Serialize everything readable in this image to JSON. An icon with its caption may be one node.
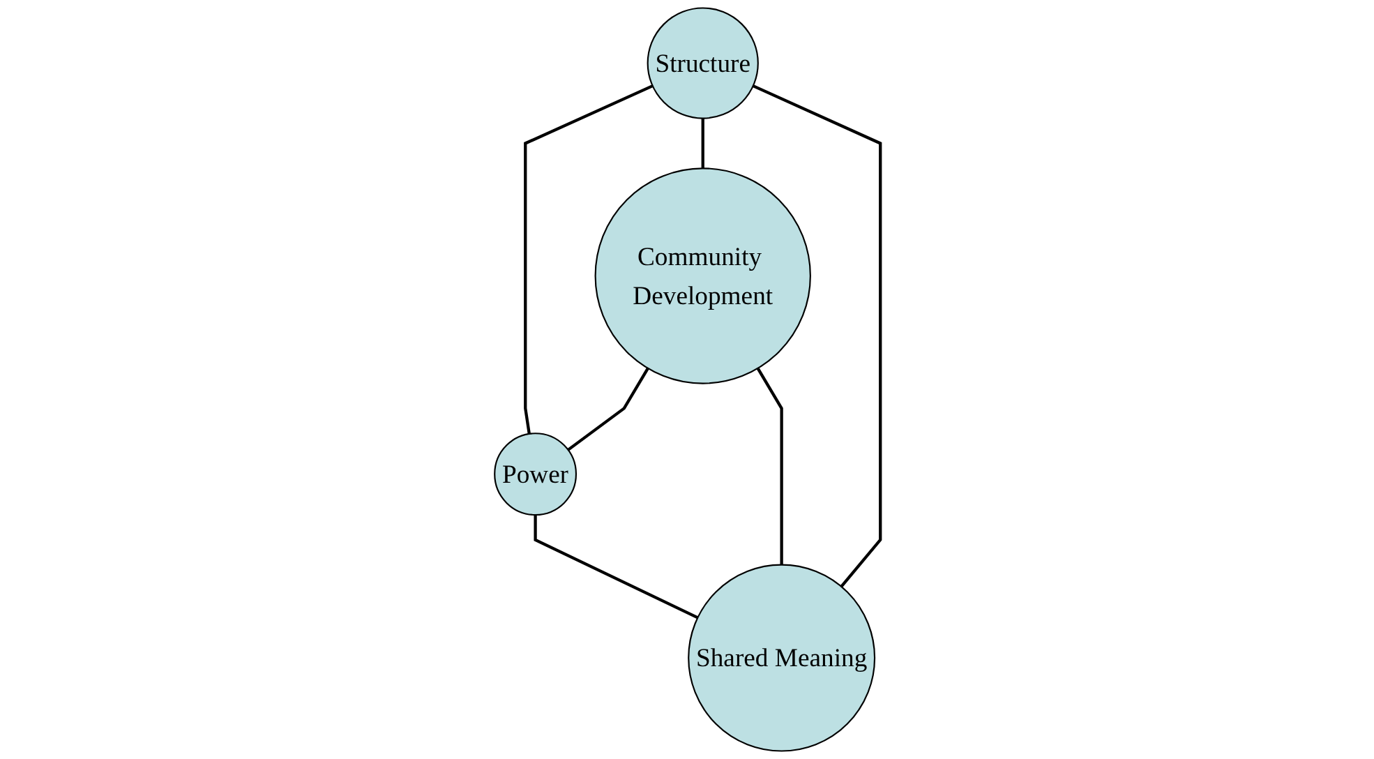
{
  "diagram": {
    "nodes": [
      {
        "text": [
          "Structure"
        ]
      },
      {
        "text": [
          "Community Development"
        ]
      },
      {
        "text": [
          "Power"
        ]
      },
      {
        "text": [
          "Shared Meaning"
        ]
      }
    ],
    "edges": [
      {
        "from": 0,
        "to": 2,
        "arrow": "none"
      },
      {
        "from": 0,
        "to": 1,
        "arrow": "none"
      },
      {
        "from": 0,
        "to": 3,
        "arrow": "none"
      },
      {
        "from": 1,
        "to": 2,
        "arrow": "none"
      },
      {
        "from": 1,
        "to": 3,
        "arrow": "none"
      },
      {
        "from": 2,
        "to": 3,
        "arrow": "none"
      }
    ]
  }
}
